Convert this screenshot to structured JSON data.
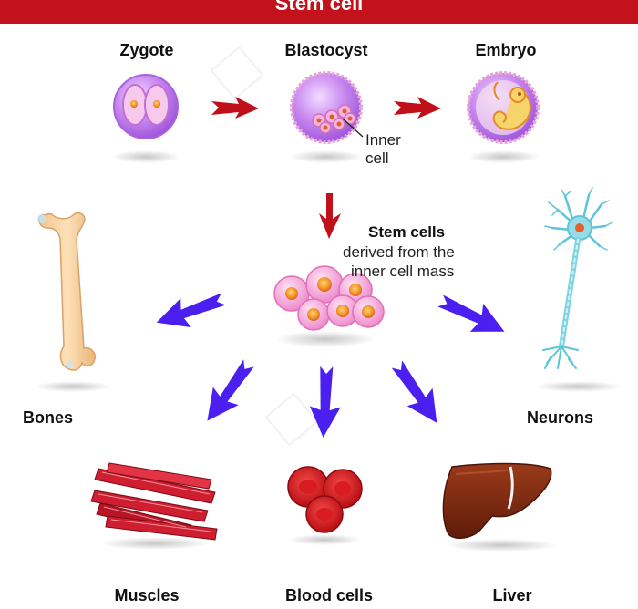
{
  "title": "Stem cell",
  "stages": {
    "zygote": "Zygote",
    "blastocyst": "Blastocyst",
    "embryo": "Embryo"
  },
  "inner_cell_note": [
    "Inner",
    "cell"
  ],
  "stem_cells": {
    "heading": "Stem cells",
    "line1": "derived from the",
    "line2": "inner cell mass"
  },
  "outcomes": {
    "bones": "Bones",
    "neurons": "Neurons",
    "muscles": "Muscles",
    "blood": "Blood cells",
    "liver": "Liver"
  },
  "colors": {
    "banner": "#c3121c",
    "red_arrow": "#c0101a",
    "blue_arrow": "#4a1ff0",
    "cell_purple": "#c784f0",
    "stem_pink": "#f7a6d8",
    "bone": "#f7cf9d",
    "neuron": "#5bc6d6",
    "muscle": "#cf1e30",
    "blood": "#d3121c",
    "liver": "#7a2a12"
  }
}
